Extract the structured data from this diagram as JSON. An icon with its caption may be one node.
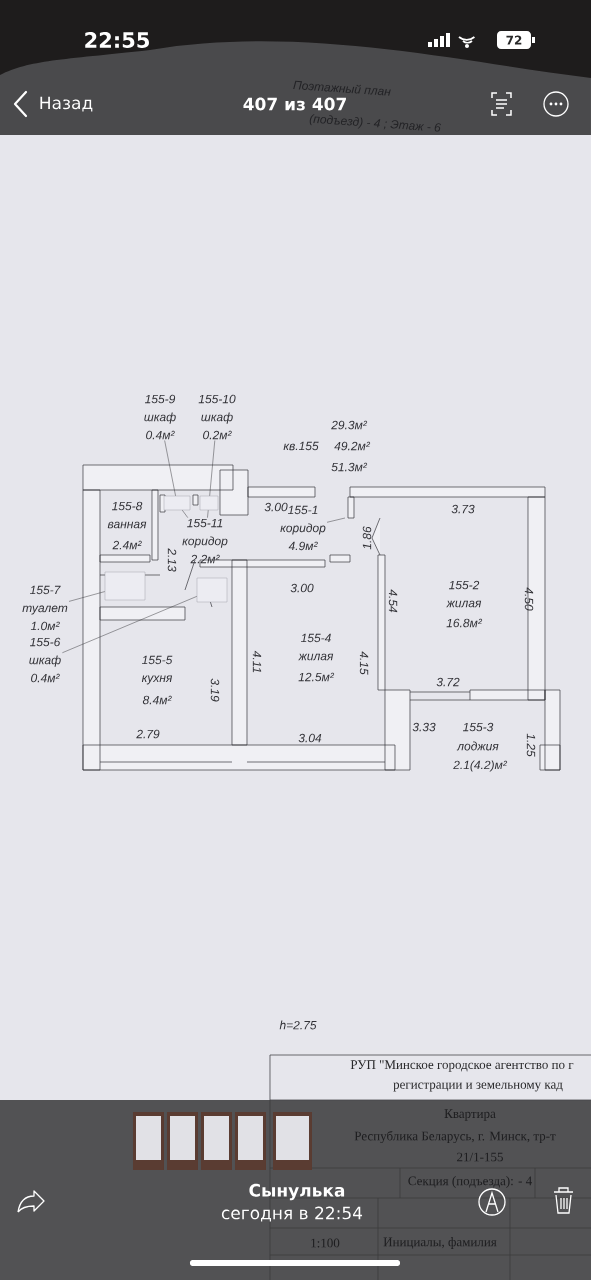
{
  "diagram": {
    "nodes": [
      {
        "text": [
          "155-9",
          "шкаф",
          "0.4м²"
        ]
      },
      {
        "text": [
          "155-10",
          "шкаф",
          "0.2м²"
        ]
      },
      {
        "text": [
          "155-11",
          "коридор",
          "2.2м²"
        ]
      },
      {
        "text": [
          "155-1",
          "коридор",
          "4.9м²"
        ]
      },
      {
        "text": [
          "155-7",
          "туалет",
          "1.0м²"
        ]
      },
      {
        "text": [
          "155-6",
          "шкаф",
          "0.4м²"
        ]
      },
      {
        "text": [],
        "shape": "box"
      },
      {
        "text": [],
        "shape": "box"
      },
      {
        "text": [],
        "shape": "box"
      },
      {
        "text": [],
        "shape": "box"
      }
    ],
    "edges": [
      {
        "from": 0,
        "to": 6,
        "arrow": "none"
      },
      {
        "from": 1,
        "to": 7,
        "arrow": "none"
      },
      {
        "from": 2,
        "to": 6,
        "arrow": "none"
      },
      {
        "from": 2,
        "to": 7,
        "arrow": "none"
      },
      {
        "from": 3,
        "to": null,
        "arrow": "none"
      },
      {
        "from": 4,
        "to": 8,
        "arrow": "none"
      },
      {
        "from": 5,
        "to": 9,
        "arrow": "none"
      }
    ],
    "labels": [
      "22:55",
      "72",
      "Назад",
      "Поэтажный план",
      "407 из 407",
      "(подъезд) - 4 ; Этаж - 6",
      "кв.155",
      "29.3м²",
      "49.2м²",
      "51.3м²",
      "155-8",
      "3.00",
      "3.73",
      "ванная",
      "1.86",
      "2.4м²",
      "2.13",
      "3.00",
      "155-2",
      "жилая",
      "16.8м²",
      "4.54",
      "4.50",
      "155-4",
      "жилая",
      "12.5м²",
      "4.11",
      "4.15",
      "155-5",
      "кухня",
      "8.4м²",
      "3.19",
      "3.72",
      "3.33",
      "155-3",
      "лоджия",
      "2.1(4.2)м²",
      "2.79",
      "3.04",
      "1.25",
      "h=2.75",
      "РУП \"Минское городское агентство по г",
      "регистрации и земельному кад",
      "Квартира",
      "Республика Беларусь, г. Минск, тр-т",
      "21/1-155",
      "Секция (подъезда): - 4",
      "1:100",
      "Инициалы, фамилия",
      "Сынулька",
      "сегодня в 22:54"
    ]
  }
}
